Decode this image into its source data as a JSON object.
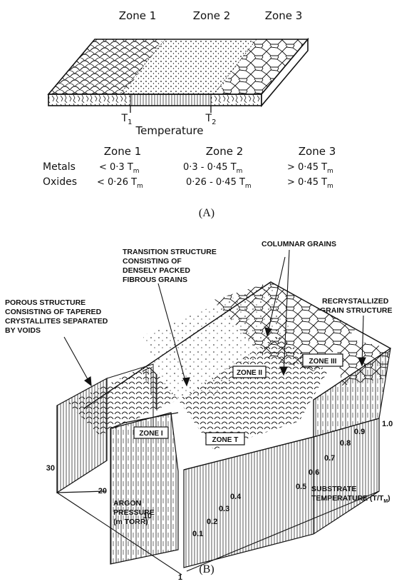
{
  "figA": {
    "zones": [
      "Zone 1",
      "Zone 2",
      "Zone 3"
    ],
    "t1": "T",
    "t1_sub": "1",
    "t2": "T",
    "t2_sub": "2",
    "temperature_label": "Temperature",
    "table": {
      "headers": [
        "Zone 1",
        "Zone 2",
        "Zone 3"
      ],
      "rows": [
        {
          "label": "Metals",
          "cells": [
            {
              "main": "< 0·3 T",
              "sub": "m"
            },
            {
              "main": "0·3 - 0·45 T",
              "sub": "m"
            },
            {
              "main": "> 0·45 T",
              "sub": "m"
            }
          ]
        },
        {
          "label": "Oxides",
          "cells": [
            {
              "main": "< 0·26 T",
              "sub": "m"
            },
            {
              "main": "0·26 - 0·45 T",
              "sub": "m"
            },
            {
              "main": "> 0·45 T",
              "sub": "m"
            }
          ]
        }
      ]
    },
    "caption": "(A)"
  },
  "figB": {
    "annotations": {
      "transition": [
        "TRANSITION STRUCTURE",
        "CONSISTING OF",
        "DENSELY PACKED",
        "FIBROUS GRAINS"
      ],
      "columnar": [
        "COLUMNAR GRAINS"
      ],
      "porous": [
        "POROUS STRUCTURE",
        "CONSISTING OF TAPERED",
        "CRYSTALLITES SEPARATED",
        "BY VOIDS"
      ],
      "recrystallized": [
        "RECRYSTALLIZED",
        "GRAIN STRUCTURE"
      ]
    },
    "zone_labels": {
      "zone1": "ZONE I",
      "zone2": "ZONE II",
      "zone3": "ZONE III",
      "zoneT": "ZONE T"
    },
    "pressure_ticks": [
      "30",
      "20",
      "10",
      "1"
    ],
    "pressure_label": [
      "ARGON",
      "PRESSURE",
      "(m TORR)"
    ],
    "temp_ticks": [
      "0.1",
      "0.2",
      "0.3",
      "0.4",
      "0.5",
      "0.6",
      "0.7",
      "0.8",
      "0.9",
      "1.0"
    ],
    "temp_label_line1": "SUBSTRATE",
    "temp_label_line2": "TEMPERATURE (T/T",
    "temp_label_sub": "M",
    "temp_label_end": ")",
    "caption": "(B)"
  }
}
